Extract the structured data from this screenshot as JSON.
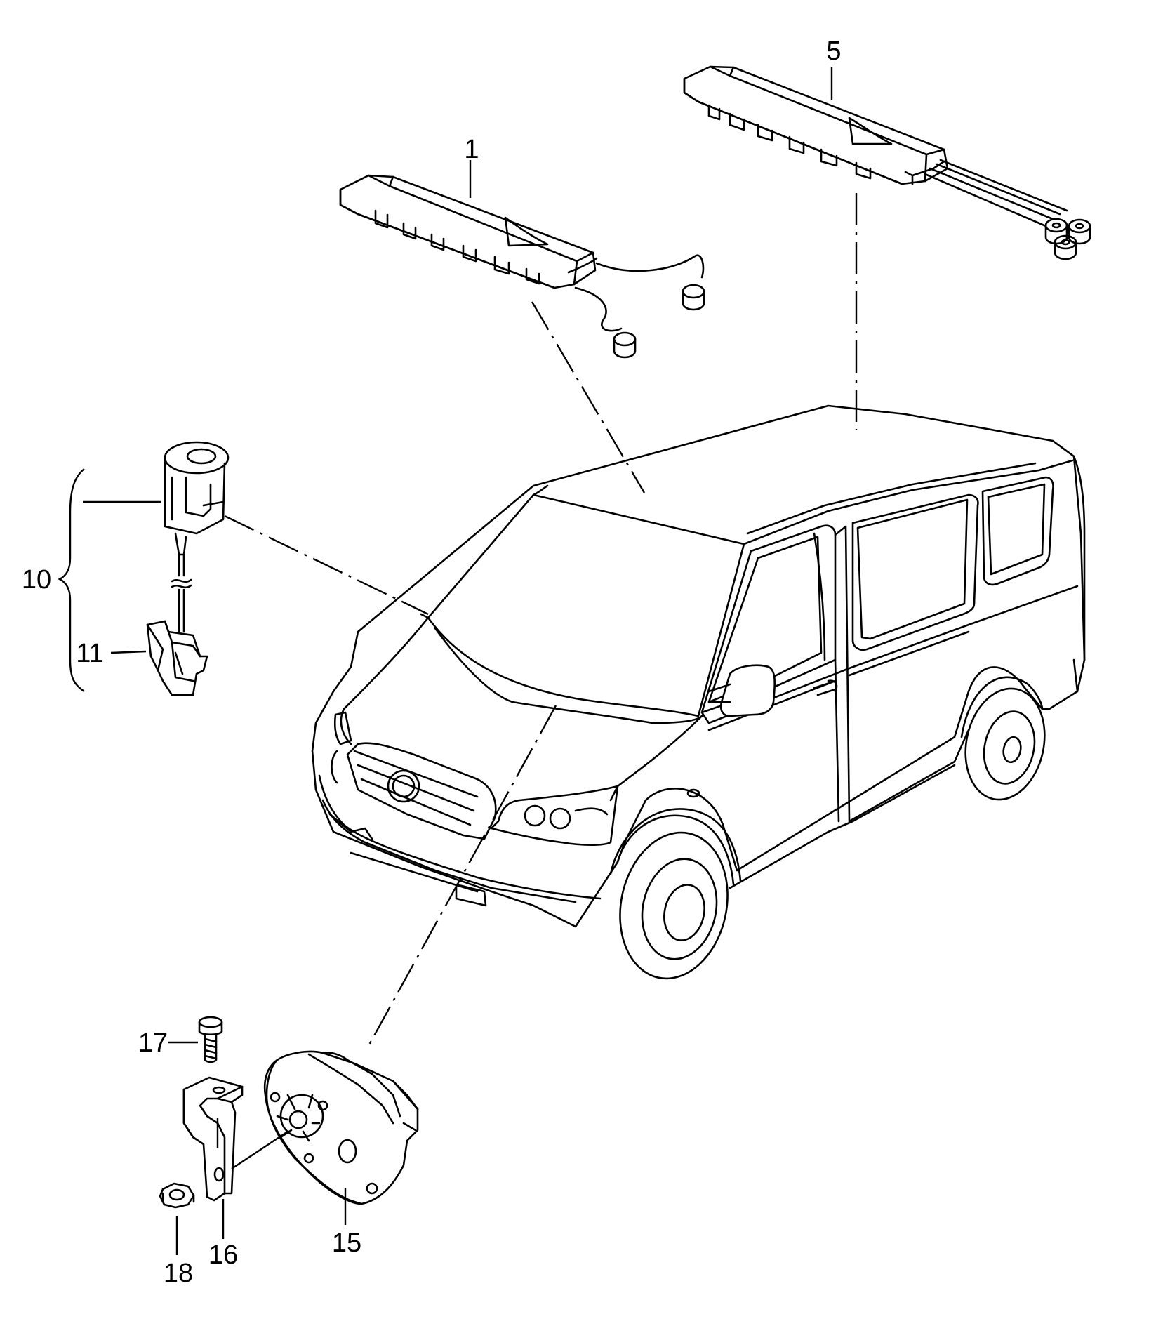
{
  "diagram": {
    "callouts": {
      "c1": "1",
      "c5": "5",
      "c10": "10",
      "c11": "11",
      "c15": "15",
      "c16": "16",
      "c17": "17",
      "c18": "18"
    },
    "colors": {
      "line": "#000000",
      "background": "#ffffff"
    }
  }
}
